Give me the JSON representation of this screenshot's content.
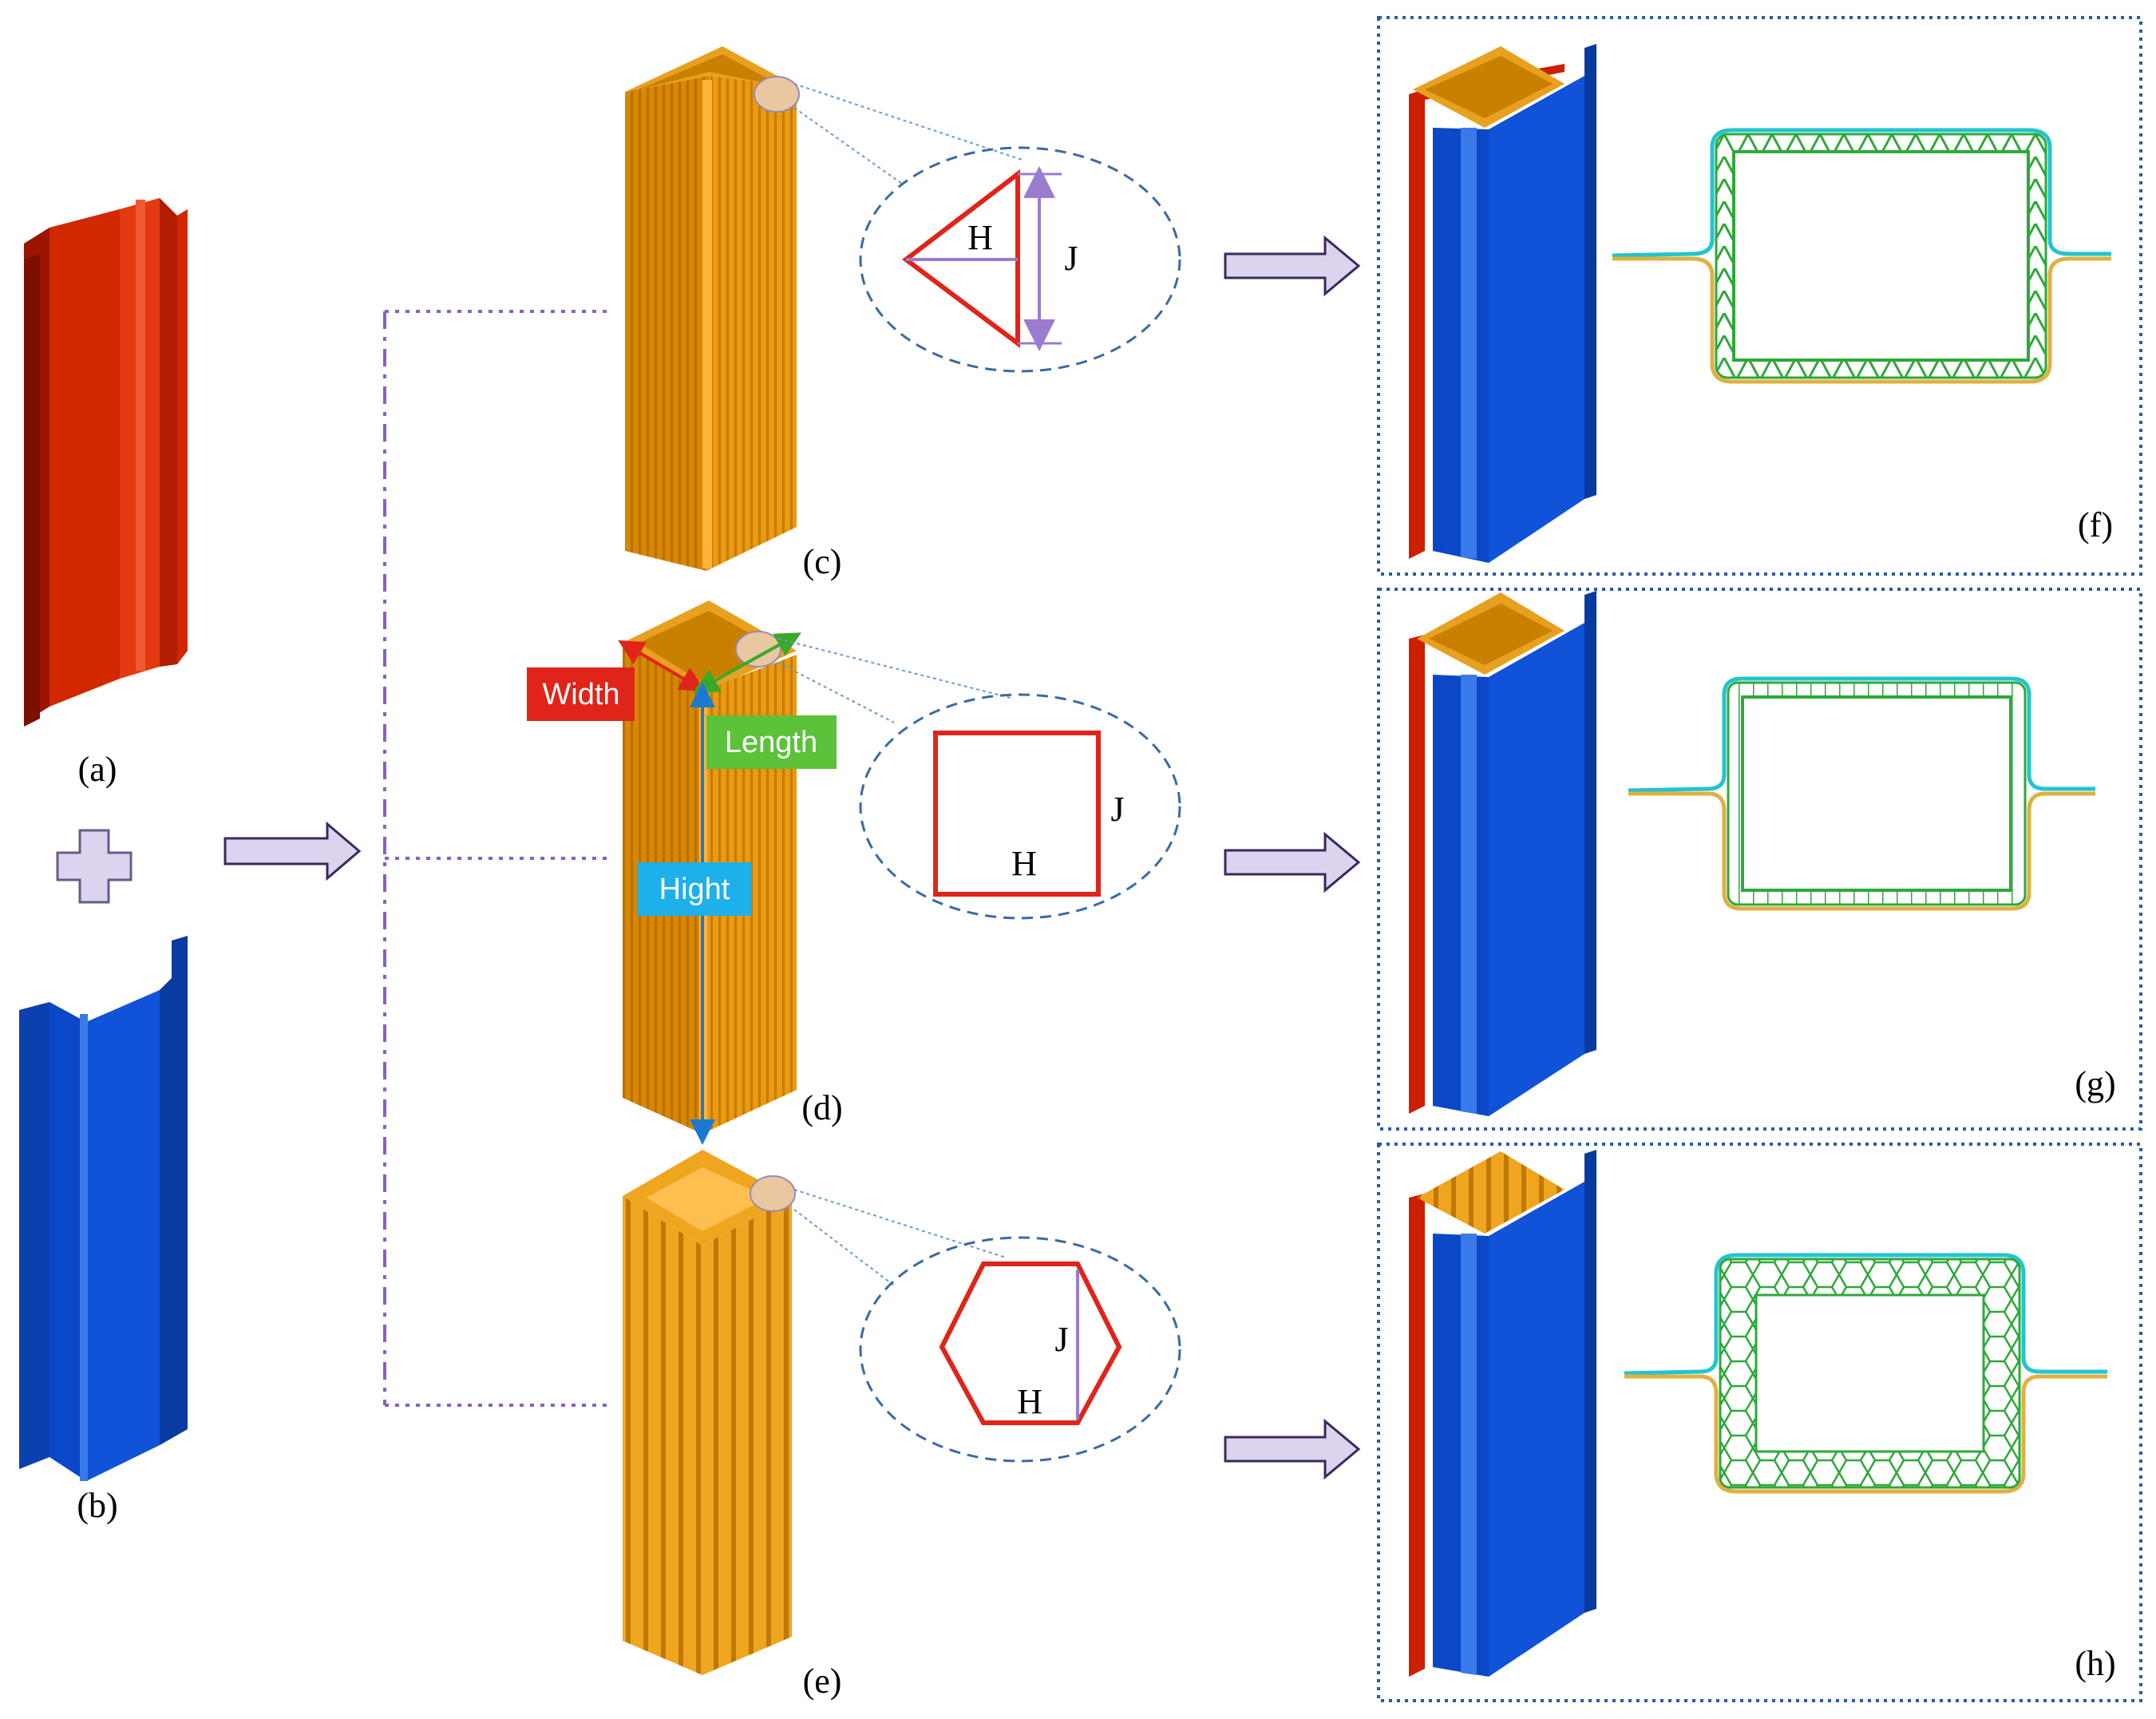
{
  "panels": {
    "a": "(a)",
    "b": "(b)",
    "c": "(c)",
    "d": "(d)",
    "e": "(e)",
    "f": "(f)",
    "g": "(g)",
    "h": "(h)"
  },
  "dimension_tags": {
    "width": "Width",
    "length": "Length",
    "height": "Hight"
  },
  "cell_dims": {
    "triangle": {
      "h": "H",
      "j": "J"
    },
    "square": {
      "h": "H",
      "j": "J"
    },
    "hexagon": {
      "h": "H",
      "j": "J"
    }
  },
  "colors": {
    "red_part": "#cc1f00",
    "blue_part": "#0a48c8",
    "core": "#d98a00",
    "core_light": "#f5b13a",
    "cell_outline": "#e0241a",
    "dimension_line": "#9a7bd0",
    "ellipse_dash": "#3a6aa3",
    "arrow_fill": "#dcd3ee",
    "cyan_wall": "#22c4d0",
    "gold_wall": "#e0b040",
    "green_cells": "#2ea83a",
    "width_tag": "#e0241a",
    "length_tag": "#5cc23a",
    "height_tag": "#1eb0ea"
  }
}
